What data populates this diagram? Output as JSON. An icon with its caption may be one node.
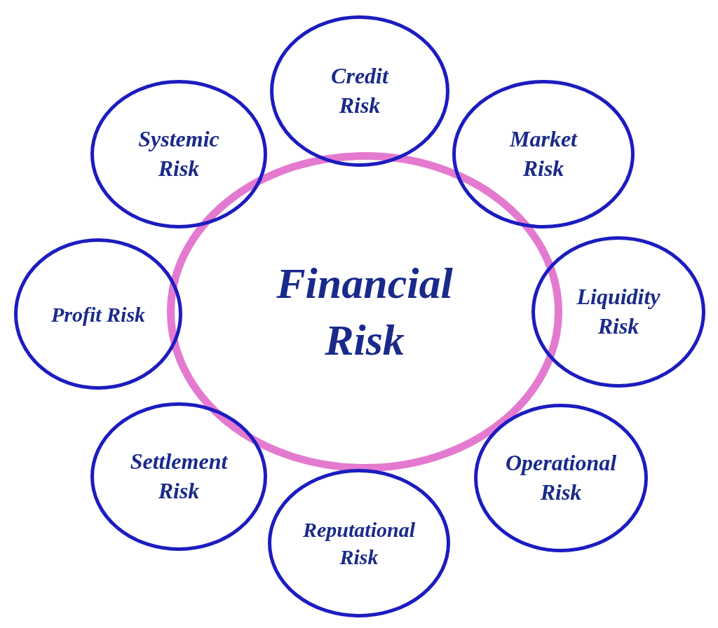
{
  "diagram": {
    "nodes": [
      {
        "text": [
          "Credit Risk"
        ]
      },
      {
        "text": [
          "Systemic Risk"
        ]
      },
      {
        "text": [
          "Market Risk"
        ]
      },
      {
        "text": [
          "Financial Risk"
        ]
      },
      {
        "text": [
          "Liquidity Risk"
        ]
      },
      {
        "text": [
          "Profit Risk"
        ]
      },
      {
        "text": [
          "Settlement Risk"
        ]
      },
      {
        "text": [
          "Operational Risk"
        ]
      },
      {
        "text": [
          "Reputational Risk"
        ]
      }
    ]
  }
}
